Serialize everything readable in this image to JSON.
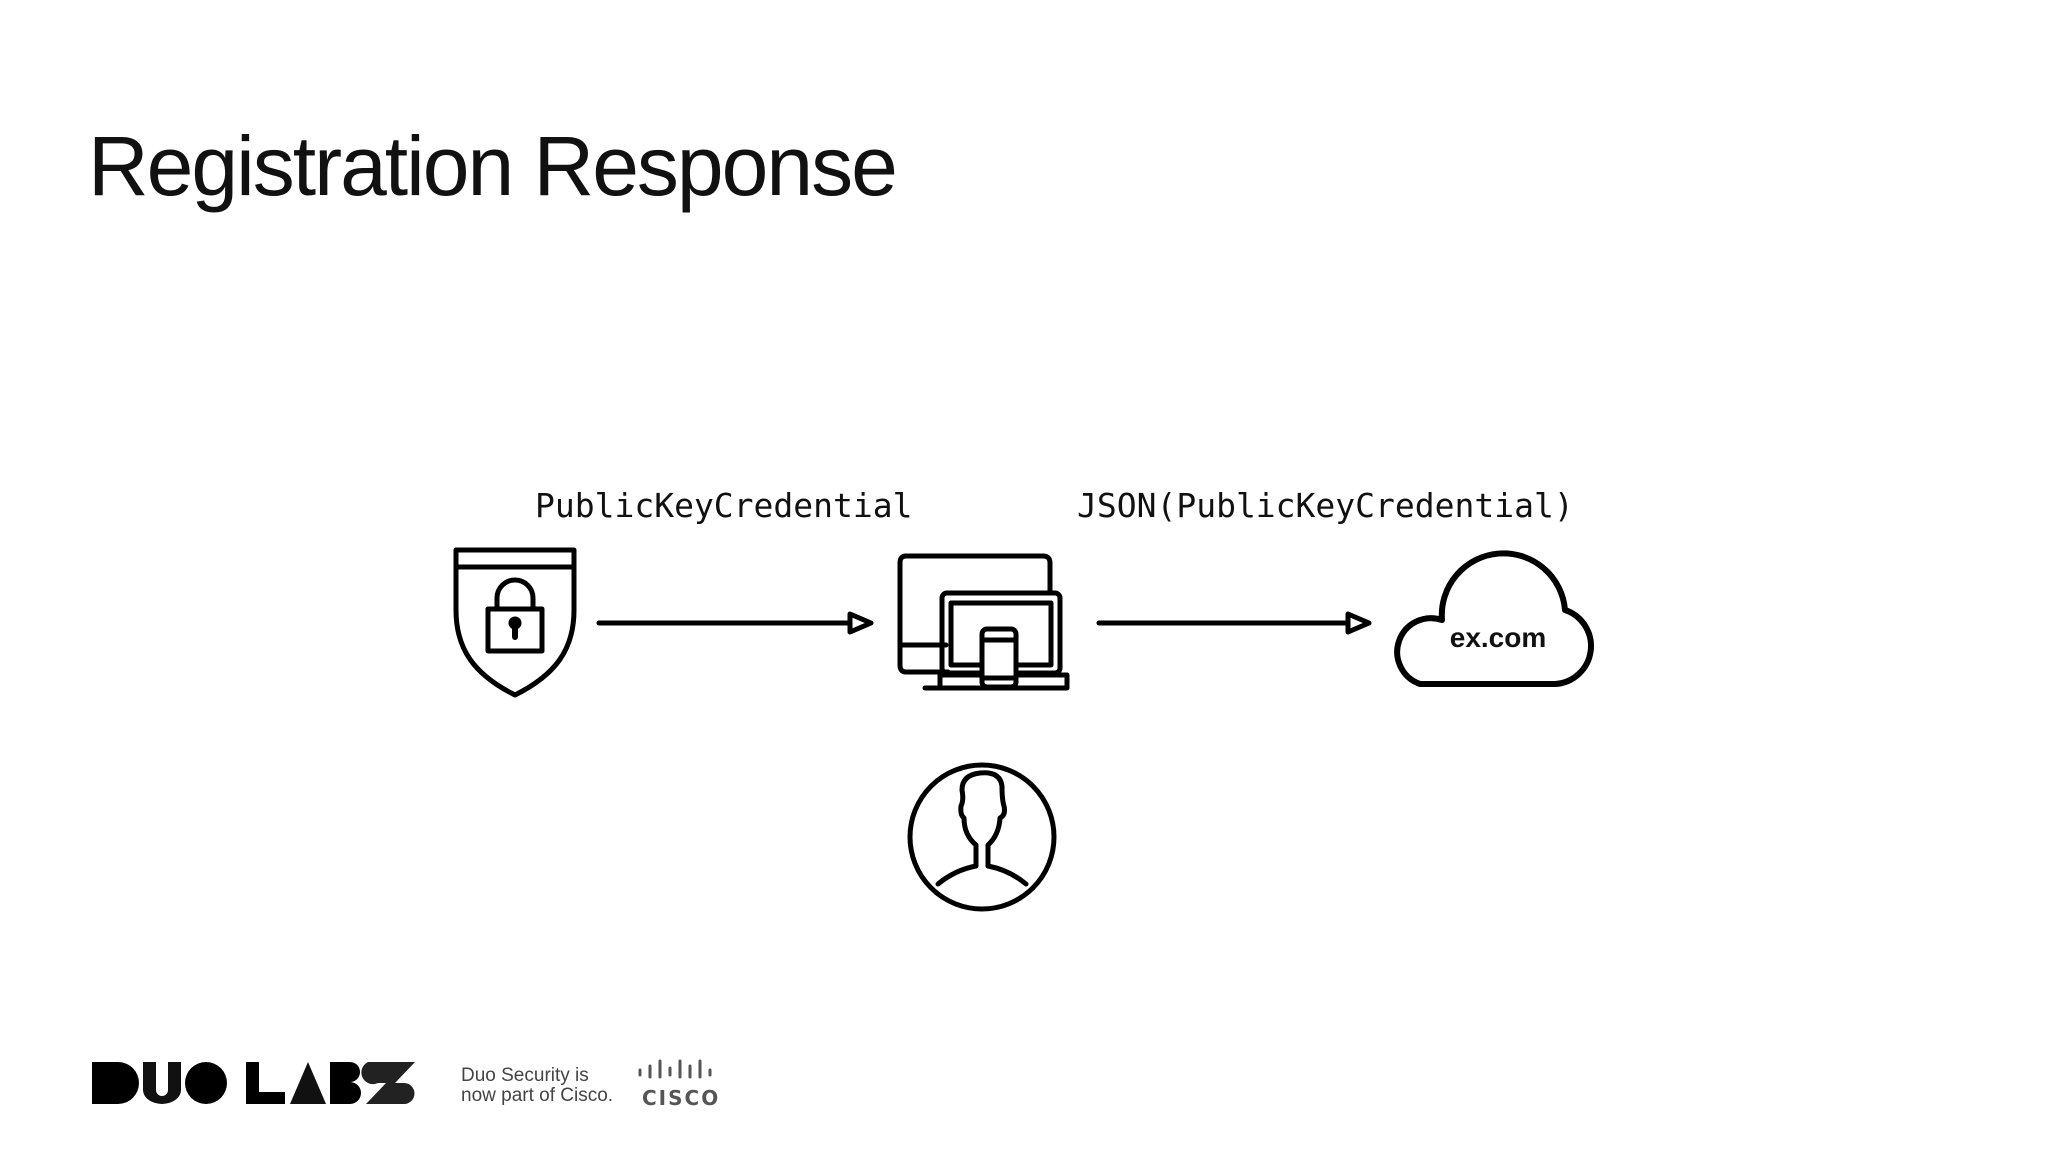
{
  "slide": {
    "title": "Registration Response",
    "labels": {
      "authenticator_to_client": "PublicKeyCredential",
      "client_to_server": "JSON(PublicKeyCredential)"
    },
    "nodes": {
      "authenticator_icon": "shield-lock-icon",
      "client_icon": "devices-icon",
      "server_icon": "cloud-icon",
      "server_label": "ex.com",
      "user_icon": "user-icon"
    },
    "footer": {
      "logo": "DUO LABS",
      "tagline_line1": "Duo Security is",
      "tagline_line2": "now part of Cisco.",
      "cisco_logo": "CISCO"
    }
  }
}
